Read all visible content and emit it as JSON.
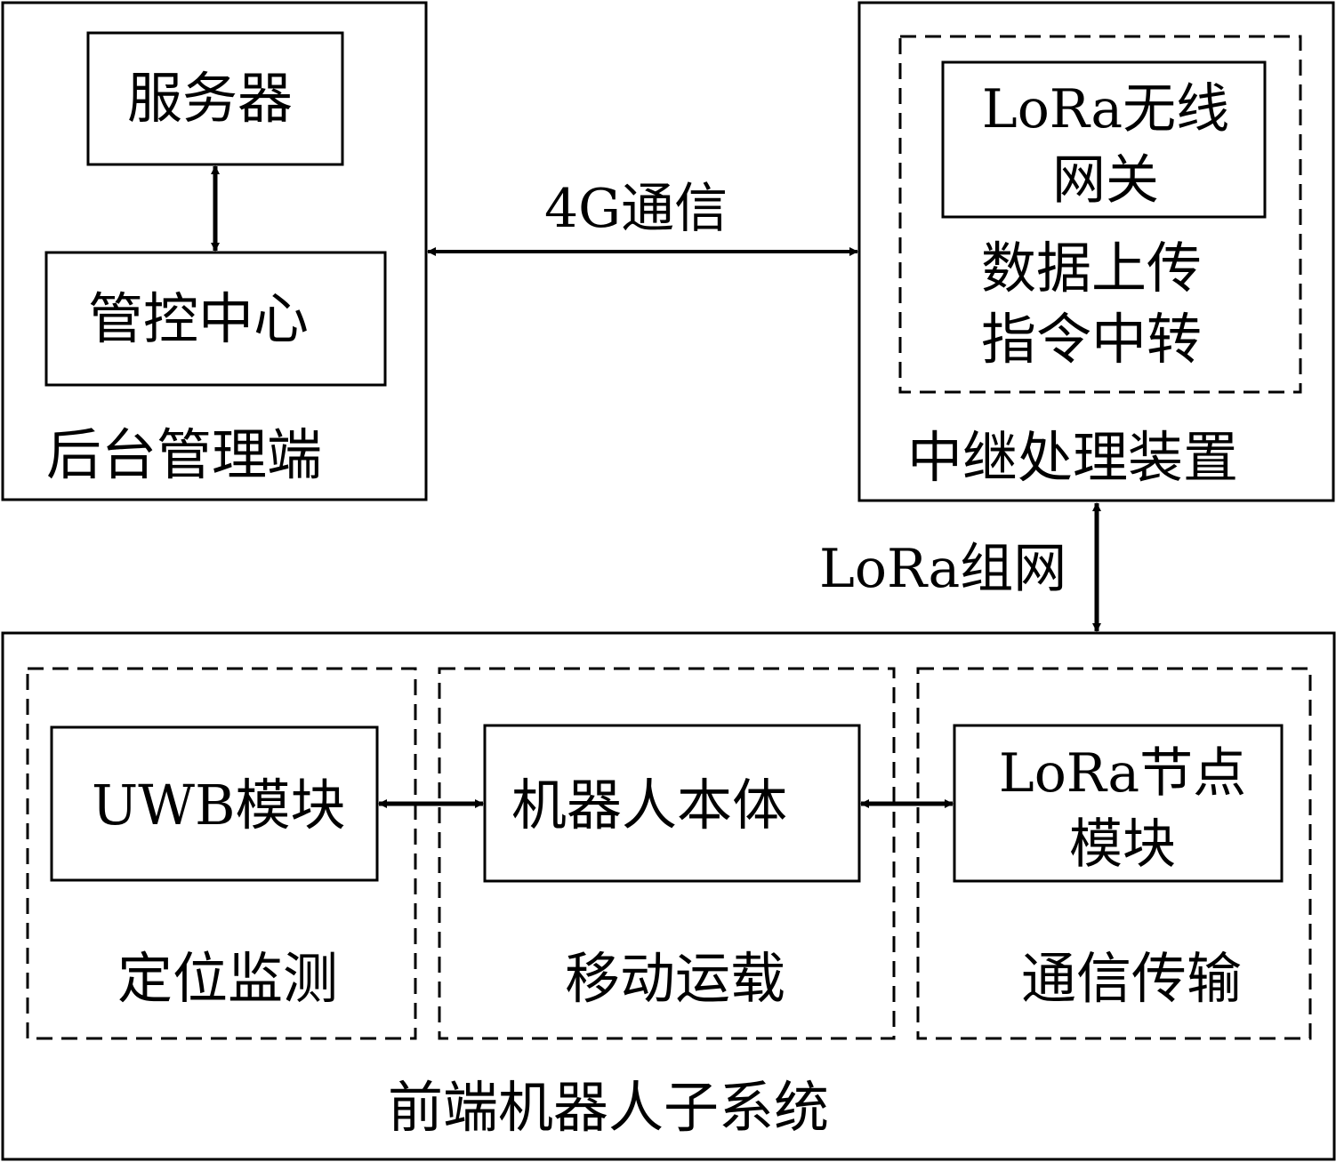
{
  "backend": {
    "title": "后台管理端",
    "server": "服务器",
    "control_center": "管控中心"
  },
  "relay": {
    "title": "中继处理装置",
    "gateway_line1": "LoRa无线",
    "gateway_line2": "网关",
    "func_line1": "数据上传",
    "func_line2": "指令中转"
  },
  "links": {
    "backend_relay": "4G通信",
    "relay_frontend": "LoRa组网"
  },
  "frontend": {
    "title": "前端机器人子系统",
    "uwb_module": "UWB模块",
    "robot_body": "机器人本体",
    "lora_node_line1": "LoRa节点",
    "lora_node_line2": "模块",
    "positioning": "定位监测",
    "mobile_carrier": "移动运载",
    "communication": "通信传输"
  },
  "colors": {
    "line": "#000000",
    "background": "#ffffff"
  }
}
